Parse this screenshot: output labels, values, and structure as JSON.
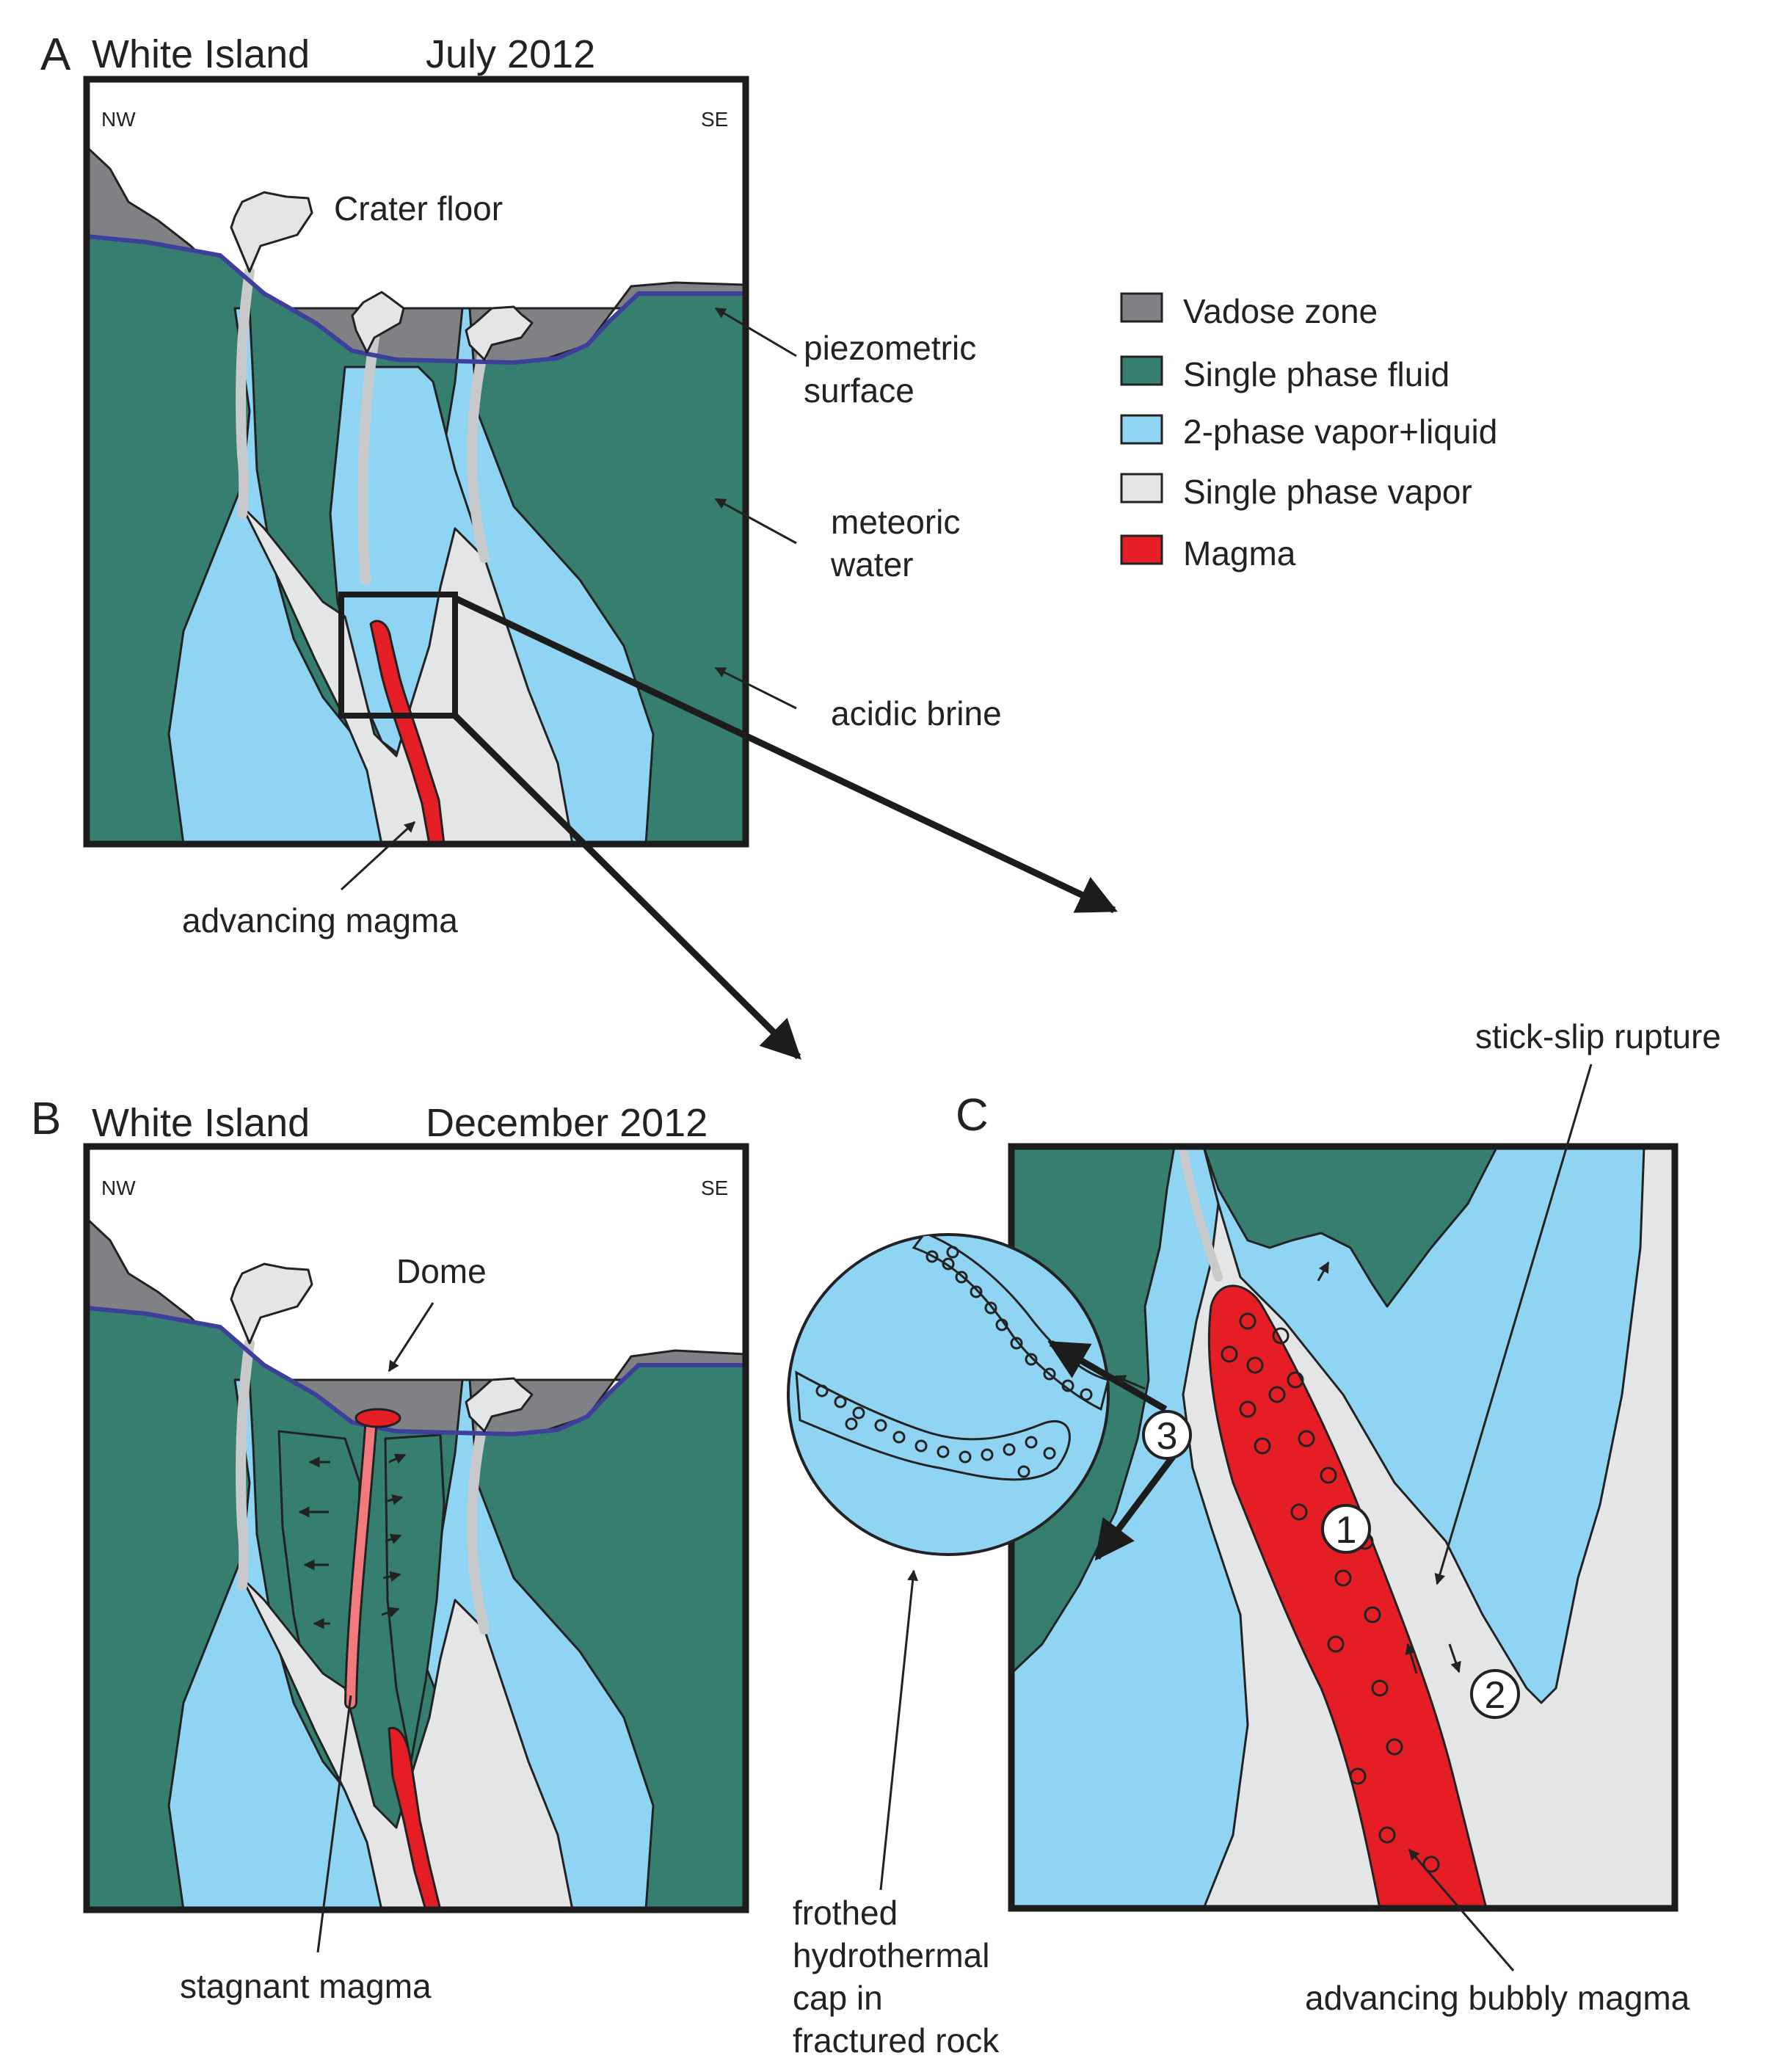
{
  "colors": {
    "vadose": "#808184",
    "single_fluid": "#367f70",
    "two_phase": "#8fd4f3",
    "vapor": "#e4e5e7",
    "magma": "#e51e25",
    "piezometric": "#3e3f9a",
    "background": "#ffffff"
  },
  "panel_a": {
    "letter": "A",
    "location": "White Island",
    "date": "July 2012",
    "nw": "NW",
    "se": "SE",
    "crater_floor": "Crater floor",
    "piezometric_1": "piezometric",
    "piezometric_2": "surface",
    "meteoric_1": "meteoric",
    "meteoric_2": "water",
    "acidic_brine": "acidic brine",
    "advancing_magma": "advancing magma"
  },
  "panel_b": {
    "letter": "B",
    "location": "White Island",
    "date": "December 2012",
    "nw": "NW",
    "se": "SE",
    "dome": "Dome",
    "stagnant_magma": "stagnant magma"
  },
  "panel_c": {
    "letter": "C",
    "stick_slip": "stick-slip rupture",
    "advancing_bubbly": "advancing bubbly magma",
    "frothed_1": "frothed",
    "frothed_2": "hydrothermal",
    "frothed_3": "cap in",
    "frothed_4": "fractured rock",
    "marker_1": "1",
    "marker_2": "2",
    "marker_3": "3"
  },
  "legend": [
    {
      "label": "Vadose zone",
      "color": "#808184",
      "icon": "swatch"
    },
    {
      "label": "Single phase fluid",
      "color": "#367f70",
      "icon": "swatch"
    },
    {
      "label": "2-phase vapor+liquid",
      "color": "#8fd4f3",
      "icon": "swatch"
    },
    {
      "label": "Single phase vapor",
      "color": "#e4e5e7",
      "icon": "swatch"
    },
    {
      "label": "Magma",
      "color": "#e51e25",
      "icon": "swatch"
    }
  ]
}
